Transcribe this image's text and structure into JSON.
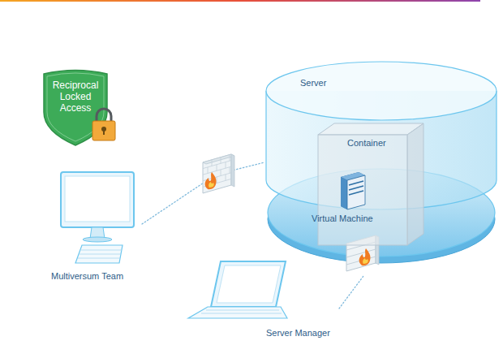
{
  "diagram": {
    "nodes": [
      {
        "text": [
          "Reciprocal Locked Access"
        ]
      },
      {
        "text": [
          "Server"
        ]
      },
      {
        "text": [
          "Container"
        ],
        "in": 1
      },
      {
        "text": [
          "Virtual Machine"
        ],
        "in": 2
      },
      {
        "text": [
          "Multiversum Team"
        ]
      },
      {
        "text": [
          "Server Manager"
        ]
      }
    ],
    "edges": [
      {
        "from": 4,
        "to": 1,
        "arrow": "none"
      },
      {
        "from": 5,
        "to": 1,
        "arrow": "none"
      }
    ]
  }
}
